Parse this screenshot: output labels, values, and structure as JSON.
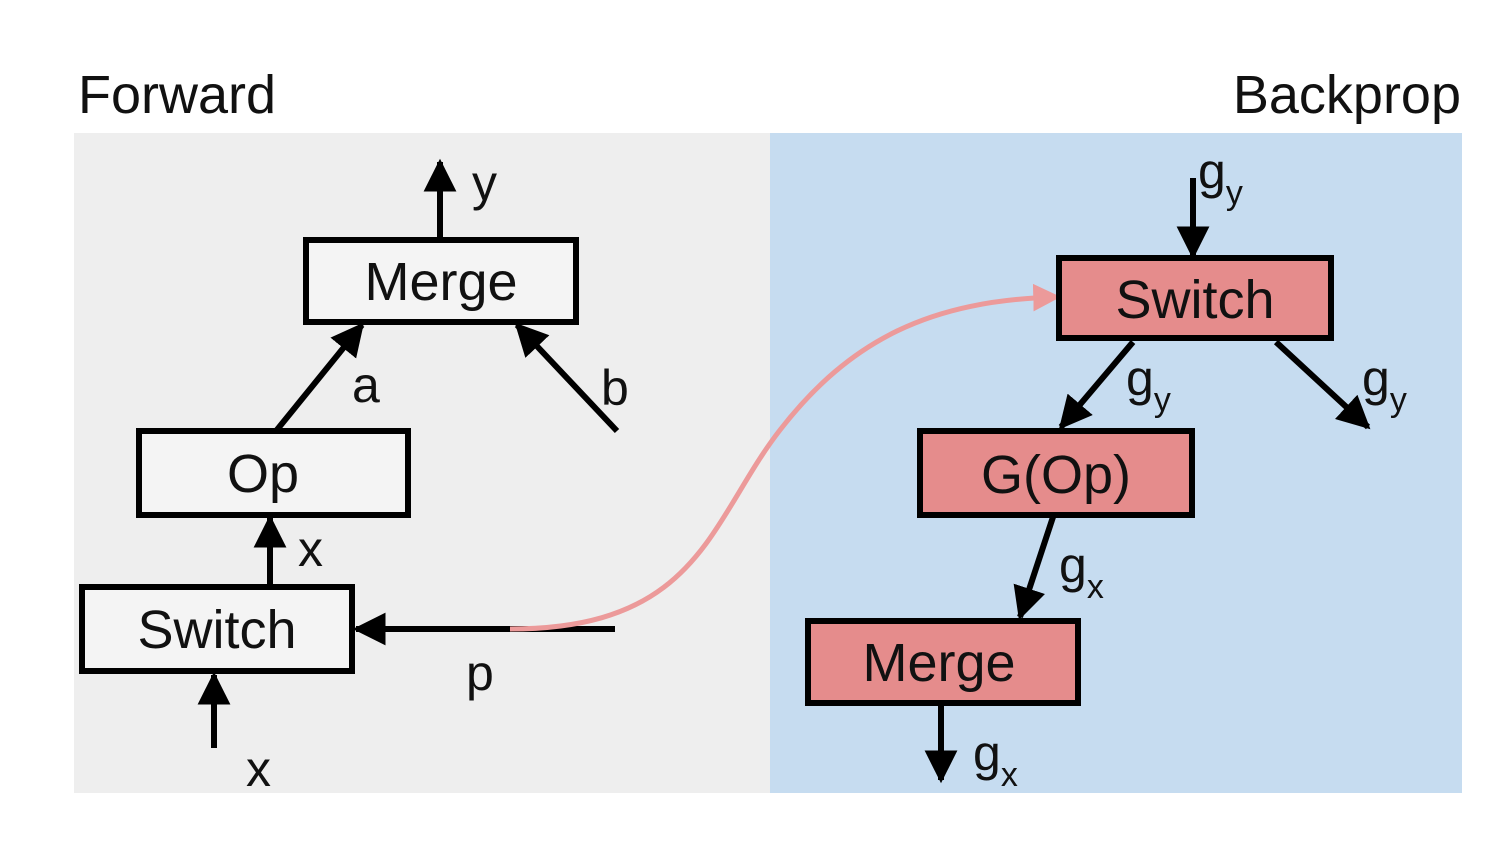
{
  "panels": {
    "forward": {
      "title": "Forward",
      "bg": "#eeeeee"
    },
    "backprop": {
      "title": "Backprop",
      "bg": "#c6dcf0"
    }
  },
  "forward_nodes": {
    "merge": "Merge",
    "op": "Op",
    "switch": "Switch"
  },
  "forward_edges": {
    "y": "y",
    "a": "a",
    "b": "b",
    "x_mid": "x",
    "x_in": "x",
    "p": "p"
  },
  "backprop_nodes": {
    "switch": "Switch",
    "gop": "G(Op)",
    "merge": "Merge"
  },
  "backprop_edges": {
    "g": "g",
    "y_sub": "y",
    "x_sub": "x"
  },
  "colors": {
    "forward_node_fill": "#f4f4f4",
    "backprop_node_fill": "#e58c8c",
    "connector": "#ec9a9a",
    "stroke": "#000000"
  }
}
